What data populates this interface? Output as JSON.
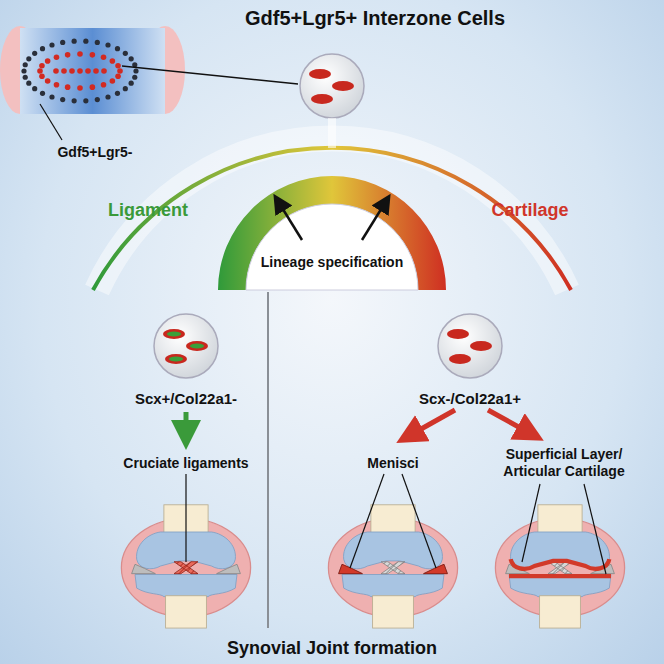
{
  "diagram": {
    "title": "Gdf5+Lgr5+ Interzone Cells",
    "nodes": [
      {
        "text": [
          "Lineage specification"
        ]
      },
      {
        "text": [
          "Scx+/Col22a1-"
        ]
      },
      {
        "text": [
          "Scx-/Col22a1+"
        ]
      }
    ],
    "labels": [
      "Gdf5+Lgr5-",
      "Ligament",
      "Cartilage",
      "Cruciate ligaments",
      "Menisci",
      "Superficial Layer/ Articular Cartilage",
      "Synovial Joint formation"
    ]
  }
}
